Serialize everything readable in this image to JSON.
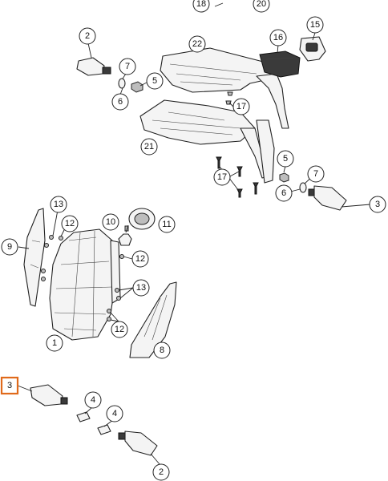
{
  "diagram": {
    "callouts": [
      {
        "id": "c18",
        "label": "18"
      },
      {
        "id": "c20",
        "label": "20"
      },
      {
        "id": "c15",
        "label": "15"
      },
      {
        "id": "c16",
        "label": "16"
      },
      {
        "id": "c22",
        "label": "22"
      },
      {
        "id": "c2a",
        "label": "2"
      },
      {
        "id": "c7a",
        "label": "7"
      },
      {
        "id": "c5a",
        "label": "5"
      },
      {
        "id": "c6a",
        "label": "6"
      },
      {
        "id": "c17a",
        "label": "17"
      },
      {
        "id": "c21",
        "label": "21"
      },
      {
        "id": "c5b",
        "label": "5"
      },
      {
        "id": "c17b",
        "label": "17"
      },
      {
        "id": "c7b",
        "label": "7"
      },
      {
        "id": "c6b",
        "label": "6"
      },
      {
        "id": "c3a",
        "label": "3"
      },
      {
        "id": "c13a",
        "label": "13"
      },
      {
        "id": "c12a",
        "label": "12"
      },
      {
        "id": "c10",
        "label": "10"
      },
      {
        "id": "c11",
        "label": "11"
      },
      {
        "id": "c9",
        "label": "9"
      },
      {
        "id": "c12b",
        "label": "12"
      },
      {
        "id": "c13b",
        "label": "13"
      },
      {
        "id": "c12c",
        "label": "12"
      },
      {
        "id": "c1",
        "label": "1"
      },
      {
        "id": "c8",
        "label": "8"
      },
      {
        "id": "c4a",
        "label": "4"
      },
      {
        "id": "c4b",
        "label": "4"
      },
      {
        "id": "c2b",
        "label": "2"
      }
    ],
    "highlight": {
      "label": "3",
      "color": "#e06a1b"
    }
  }
}
